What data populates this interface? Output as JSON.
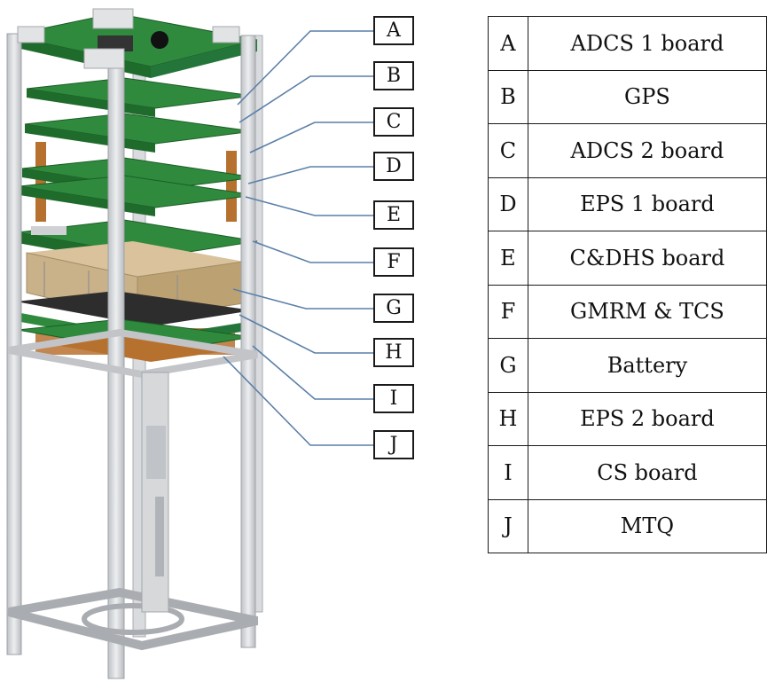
{
  "callouts": [
    "A",
    "B",
    "C",
    "D",
    "E",
    "F",
    "G",
    "H",
    "I",
    "J"
  ],
  "legend": [
    {
      "key": "A",
      "label": "ADCS 1 board"
    },
    {
      "key": "B",
      "label": "GPS"
    },
    {
      "key": "C",
      "label": "ADCS 2 board"
    },
    {
      "key": "D",
      "label": "EPS 1 board"
    },
    {
      "key": "E",
      "label": "C&DHS board"
    },
    {
      "key": "F",
      "label": "GMRM & TCS"
    },
    {
      "key": "G",
      "label": "Battery"
    },
    {
      "key": "H",
      "label": "EPS 2 board"
    },
    {
      "key": "I",
      "label": "CS board"
    },
    {
      "key": "J",
      "label": "MTQ"
    }
  ],
  "colors": {
    "pcb": "#2f8a3e",
    "pcb_dark": "#1f6b2c",
    "frame": "#d3d5d8",
    "battery": "#c9b189",
    "copper": "#b7712f",
    "leader": "#5a7fa8"
  }
}
